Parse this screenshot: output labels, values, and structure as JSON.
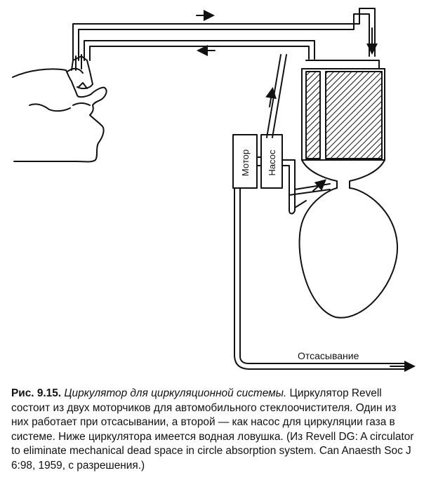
{
  "diagram": {
    "labels": {
      "motor": "Мотор",
      "pump": "Насос",
      "suction": "Отсасывание"
    }
  },
  "caption": {
    "figure_number": "Рис. 9.15.",
    "title": "Циркулятор для циркуляционной системы.",
    "body": " Циркулятор Revell состоит из двух моторчиков для автомобильного стеклоочистителя. Один из них работает при отсасывании, а второй — как насос для циркуляции газа в системе. Ниже циркулятора имеется водная ловушка. (Из Revell DG: A circulator to eliminate mechanical dead space in circle absorption system. Can Anaesth Soc J 6:98, 1959, с разрешения.)"
  }
}
